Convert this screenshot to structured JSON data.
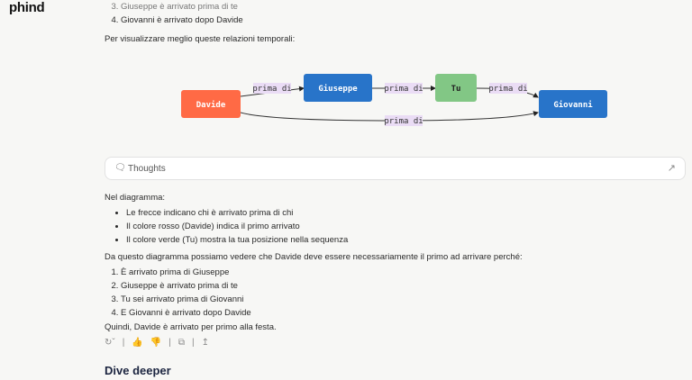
{
  "logo": "phind",
  "top_list": [
    "Giuseppe è arrivato prima di te",
    "Giovanni è arrivato dopo Davide"
  ],
  "intro": "Per visualizzare meglio queste relazioni temporali:",
  "diagram": {
    "nodes": [
      {
        "label": "Davide",
        "color": "#ff6a45"
      },
      {
        "label": "Giuseppe",
        "color": "#2874c9"
      },
      {
        "label": "Tu",
        "color": "#82c785"
      },
      {
        "label": "Giovanni",
        "color": "#2874c9"
      }
    ],
    "edge_label": "prima di"
  },
  "thoughts": {
    "label": "Thoughts"
  },
  "nel": "Nel diagramma:",
  "bullets": [
    "Le frecce indicano chi è arrivato prima di chi",
    "Il colore rosso (Davide) indica il primo arrivato",
    "Il colore verde (Tu) mostra la tua posizione nella sequenza"
  ],
  "conclusion_intro": "Da questo diagramma possiamo vedere che Davide deve essere necessariamente il primo ad arrivare perché:",
  "reasons": [
    "È arrivato prima di Giuseppe",
    "Giuseppe è arrivato prima di te",
    "Tu sei arrivato prima di Giovanni",
    "E Giovanni è arrivato dopo Davide"
  ],
  "final": "Quindi, Davide è arrivato per primo alla festa.",
  "dive": "Dive deeper"
}
